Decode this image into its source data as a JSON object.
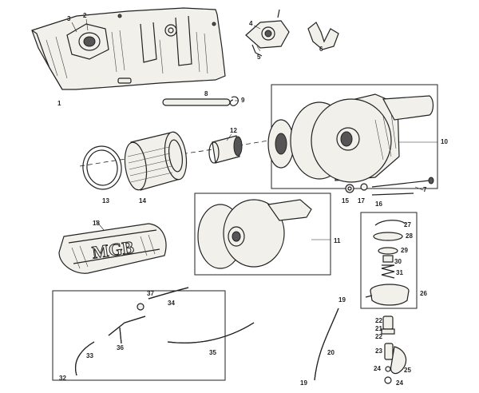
{
  "callouts": {
    "c1": "1",
    "c2": "2",
    "c3": "3",
    "c4": "4",
    "c5": "5",
    "c6": "6",
    "c7": "7",
    "c8": "8",
    "c9": "9",
    "c10": "10",
    "c11": "11",
    "c12": "12",
    "c13": "13",
    "c14": "14",
    "c15": "15",
    "c16": "16",
    "c17": "17",
    "c18": "18",
    "c19a": "19",
    "c19b": "19",
    "c20": "20",
    "c21": "21",
    "c22a": "22",
    "c22b": "22",
    "c23": "23",
    "c24a": "24",
    "c24b": "24",
    "c25": "25",
    "c26": "26",
    "c27": "27",
    "c28": "28",
    "c29": "29",
    "c30": "30",
    "c31": "31",
    "c32": "32",
    "c33": "33",
    "c34": "34",
    "c35": "35",
    "c36": "36",
    "c37": "37"
  },
  "cover_lettering": "MGB"
}
